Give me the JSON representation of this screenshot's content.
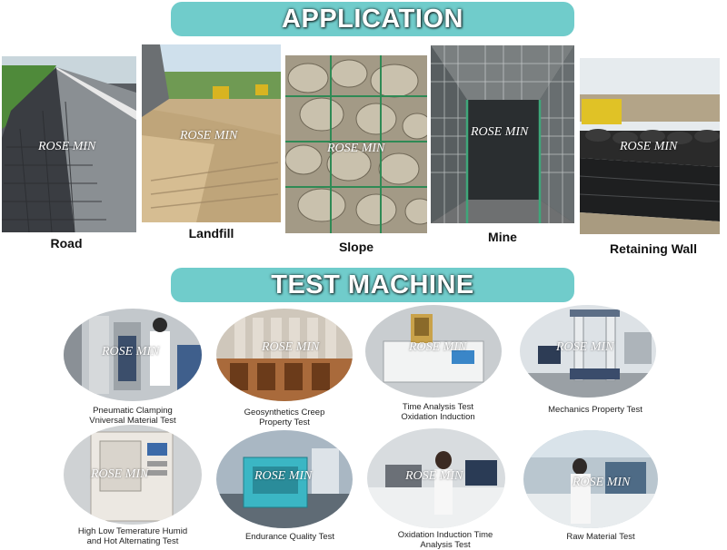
{
  "application": {
    "title": "APPLICATION",
    "items": [
      {
        "label": "Road",
        "watermark": "ROSE MIN"
      },
      {
        "label": "Landfill",
        "watermark": "ROSE MIN"
      },
      {
        "label": "Slope",
        "watermark": "ROSE MIN"
      },
      {
        "label": "Mine",
        "watermark": "ROSE MIN"
      },
      {
        "label": "Retaining Wall",
        "watermark": "ROSE MIN"
      }
    ]
  },
  "test_machine": {
    "title": "TEST MACHINE",
    "items": [
      {
        "line1": "Pneumatic Clamping",
        "line2": "Vniversal Material Test",
        "watermark": "ROSE MIN"
      },
      {
        "line1": "Geosynthetics Creep",
        "line2": "Property Test",
        "watermark": "ROSE MIN"
      },
      {
        "line1": "Time Analysis Test",
        "line2": "Oxidation Induction",
        "watermark": "ROSE MIN"
      },
      {
        "line1": "Mechanics Property Test",
        "line2": "",
        "watermark": "ROSE MIN"
      },
      {
        "line1": "High Low Temerature Humid",
        "line2": "and Hot Alternating Test",
        "watermark": "ROSE MIN"
      },
      {
        "line1": "Endurance Quality Test",
        "line2": "",
        "watermark": "ROSE MIN"
      },
      {
        "line1": "Oxidation Induction Time",
        "line2": "Analysis Test",
        "watermark": "ROSE MIN"
      },
      {
        "line1": "Raw Material Test",
        "line2": "",
        "watermark": "ROSE MIN"
      }
    ]
  },
  "colors": {
    "banner": "#70cccb",
    "banner_text": "#ffffff",
    "caption": "#111111"
  }
}
